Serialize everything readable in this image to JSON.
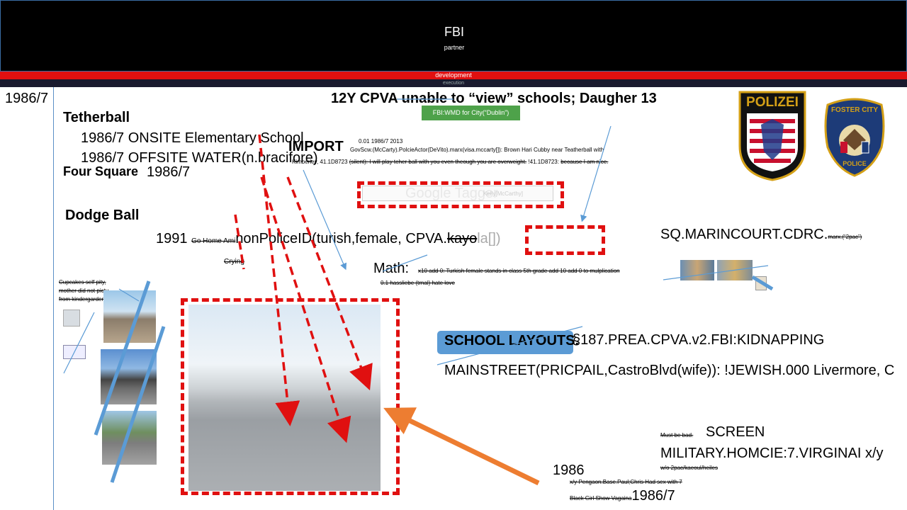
{
  "header": {
    "title": "FBI",
    "subtitle": "partner",
    "red_bar_label": "development",
    "dark_bar_label": "execution"
  },
  "left": {
    "year": "1986/7",
    "tetherball": "Tetherball",
    "onsite": "1986/7 ONSITE Elementary School",
    "offsite": "1986/7 OFFSITE WATER(n.bracifore)",
    "four_square": "Four Square",
    "four_square_year": "1986/7",
    "dodge_ball": "Dodge Ball",
    "cupcakes_note": "Cupcakes self pity, mother did not pictu from kindergarden"
  },
  "center": {
    "headline": "12Y CPVA unable to “view” schools; Daugher 13",
    "green_badge": "FBI:WMD for City(“Dublin”)",
    "import": "IMPORT",
    "small_date": "0.01 1986/7     2013",
    "govscw": "GovScw.(McCarty).PolcieActor(DeVito).marx(visa.mccarty[]): Brown Hari Cubby near Teatherball with",
    "line2_start": "Kimberley, 41.1D8723",
    "line2_strike": "(silent): I will play teher ball with you even theough you are overweight.",
    "line2_mid": "!41.1D8723:",
    "line2_strike2": "because I am nice.",
    "search_faded": "Google Tagger",
    "search_small": "Kelly[McCarthy]",
    "row1991_year": "1991",
    "row1991_strike": "Go Home Ami",
    "row1991_main": "nonPoliceID(turish,female, CPVA.",
    "row1991_kayo": "kayo",
    "row1991_la": "la[])",
    "crying": "Crying",
    "math": "Math:",
    "math_note": "x10 add 0: Turkish female stands in class 5th grade add 10 add 0 to mulplication",
    "hate_love": "0.1 hassliebe (trnal) hate love"
  },
  "right": {
    "sq": "SQ.MARINCOURT.CDRC.",
    "sq_strike": "marx.(“2pac”)",
    "school_layouts": "SCHOOL LAYOUTS.",
    "prea": "§187.PREA.CPVA.v2.FBI:KIDNAPPING",
    "mainstreet": "MAINSTREET(PRICPAIL,CastroBlvd(wife)): !JEWISH.000  Livermore, C",
    "must_be_bad": "Must be bad.",
    "screen": "SCREEN",
    "military": "MILITARY.HOMCIE:7.VIRGINAI x/y",
    "pac_note": "w/o 2pac/kaeoul/heiles",
    "y1986": "1986",
    "pengaon": "x/y Pengaon.Base.Paul;Chris Had sex with 7",
    "black_girl": "Black Girl Show Vagaina",
    "black_girl_year": "1986/7"
  },
  "badges": {
    "polizei": "POLIZEI",
    "foster_top": "FOSTER CITY",
    "foster_bottom": "POLICE"
  },
  "colors": {
    "accent_red": "#e01010",
    "arrow_orange": "#ed7d31",
    "line_blue": "#5b9bd5",
    "badge_green": "#4ea24a",
    "school_box_blue": "#5b9bd5"
  }
}
